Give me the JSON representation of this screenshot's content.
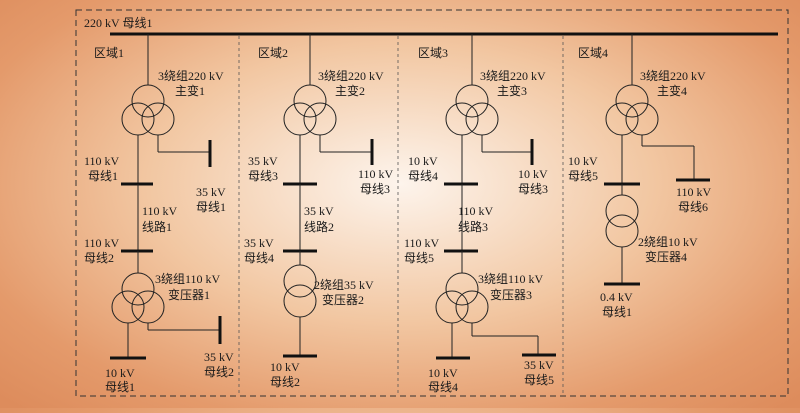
{
  "title": "220 kV 母线1",
  "zones": [
    {
      "label": "区域1",
      "main": [
        "3绕组220 kV",
        "主变1"
      ],
      "busA": [
        "110 kV",
        "母线1"
      ],
      "busB": [
        "35 kV",
        "母线1"
      ],
      "line": [
        "110 kV",
        "线路1"
      ],
      "busC": [
        "110 kV",
        "母线2"
      ],
      "xf": [
        "3绕组110 kV",
        "变压器1"
      ],
      "busD": [
        "10 kV",
        "母线1"
      ],
      "busE": [
        "35 kV",
        "母线2"
      ]
    },
    {
      "label": "区域2",
      "main": [
        "3绕组220 kV",
        "主变2"
      ],
      "busA": [
        "35 kV",
        "母线3"
      ],
      "busB": [
        "110 kV",
        "母线3"
      ],
      "line": [
        "35 kV",
        "线路2"
      ],
      "busC": [
        "35 kV",
        "母线4"
      ],
      "xf": [
        "2绕组35 kV",
        "变压器2"
      ],
      "busD": [
        "10 kV",
        "母线2"
      ]
    },
    {
      "label": "区域3",
      "main": [
        "3绕组220 kV",
        "主变3"
      ],
      "busA": [
        "10 kV",
        "母线4"
      ],
      "busB": [
        "10 kV",
        "母线3"
      ],
      "line": [
        "110 kV",
        "线路3"
      ],
      "busC": [
        "110 kV",
        "母线5"
      ],
      "xf": [
        "3绕组110 kV",
        "变压器3"
      ],
      "busD": [
        "10  kV",
        "母线4"
      ],
      "busE": [
        "35 kV",
        "母线5"
      ]
    },
    {
      "label": "区域4",
      "main": [
        "3绕组220 kV",
        "主变4"
      ],
      "busA": [
        "10 kV",
        "母线5"
      ],
      "busB": [
        "110 kV",
        "母线6"
      ],
      "xf": [
        "2绕组10 kV",
        "变压器4"
      ],
      "busD": [
        "0.4 kV",
        "母线1"
      ]
    }
  ]
}
